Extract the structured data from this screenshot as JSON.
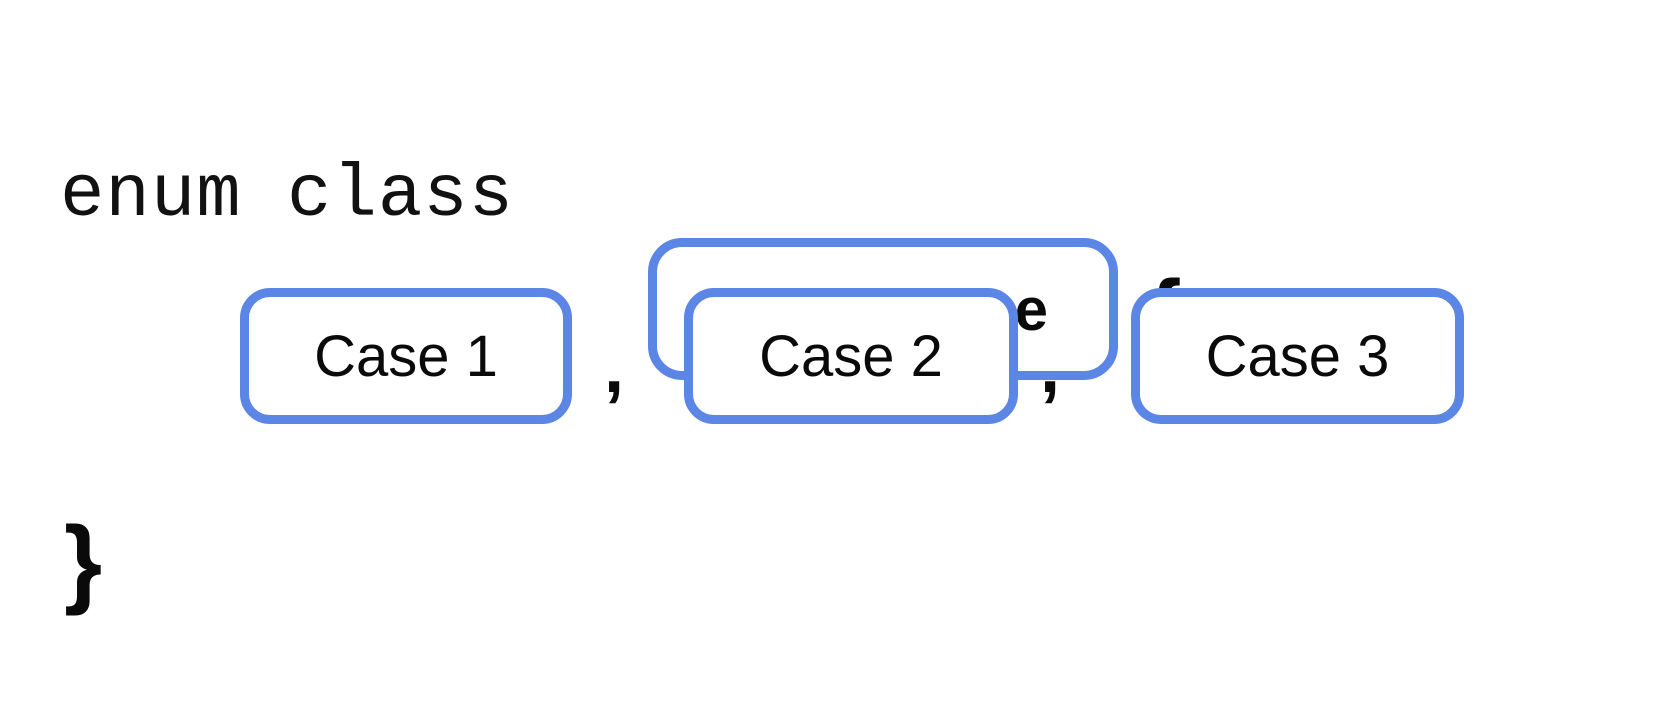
{
  "diagram": {
    "kind": "syntax-template",
    "accent_color": "#5b86e5",
    "text_color": "#0a0a0a",
    "background_color": "#ffffff",
    "line1": {
      "keyword": "enum class",
      "placeholder": "enum name",
      "open_brace": "{"
    },
    "line2": {
      "cases": [
        {
          "label": "Case 1"
        },
        {
          "label": "Case 2"
        },
        {
          "label": "Case 3"
        }
      ],
      "separators": [
        ",",
        ","
      ]
    },
    "line3": {
      "close_brace": "}"
    }
  }
}
